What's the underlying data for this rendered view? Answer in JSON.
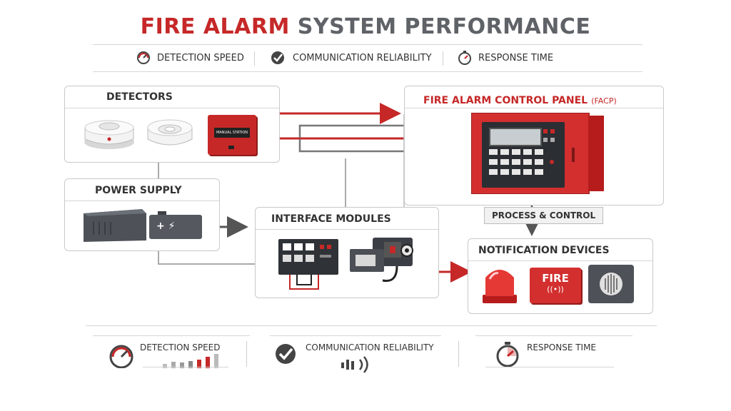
{
  "title": {
    "part1": "FIRE ALARM",
    "part2": "SYSTEM PERFORMANCE"
  },
  "top_metrics": [
    {
      "label": "DETECTION SPEED",
      "icon": "gauge-icon"
    },
    {
      "label": "COMMUNICATION RELIABILITY",
      "icon": "checkmark-icon"
    },
    {
      "label": "RESPONSE TIME",
      "icon": "stopwatch-icon"
    }
  ],
  "detectors": {
    "title": "DETECTORS",
    "manual_label": "MANUAL STATION"
  },
  "power_supply": {
    "title": "POWER SUPPLY",
    "battery_symbols": "+ ⚡"
  },
  "interface_modules": {
    "title": "INTERFACE MODULES"
  },
  "facp": {
    "title": "FIRE ALARM CONTROL PANEL",
    "abbr": "(FACP)"
  },
  "process": {
    "label": "PROCESS & CONTROL"
  },
  "notification": {
    "title": "NOTIFICATION DEVICES",
    "fire_label": "FIRE",
    "fire_sub": "((•))"
  },
  "bottom_metrics": [
    {
      "label": "DETECTION SPEED",
      "icon": "gauge-icon"
    },
    {
      "label": "COMMUNICATION RELIABILITY",
      "icon": "checkmark-icon"
    },
    {
      "label": "RESPONSE TIME",
      "icon": "stopwatch-icon"
    }
  ],
  "colors": {
    "accent": "#c62828",
    "gray": "#5f6368",
    "line": "#8a8a8a"
  }
}
